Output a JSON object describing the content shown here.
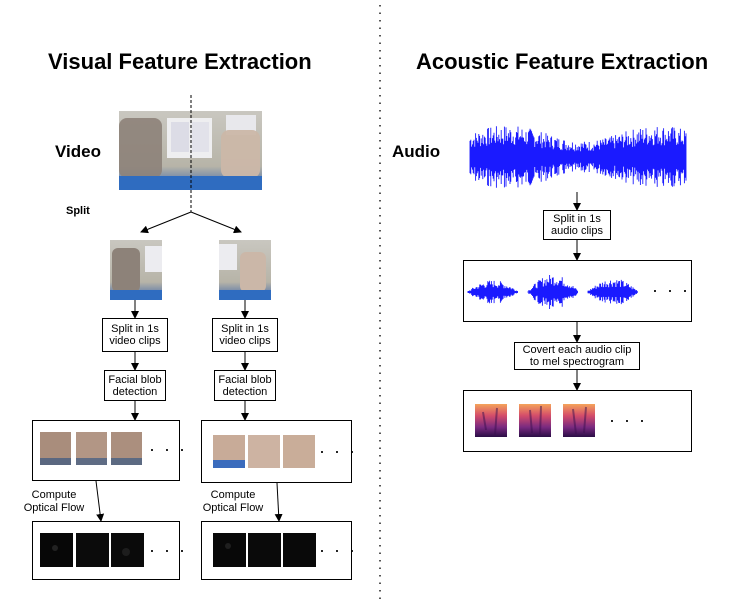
{
  "visual": {
    "title": "Visual Feature Extraction",
    "video_label": "Video",
    "split_label": "Split",
    "split_clips": [
      "Split in 1s",
      "video clips"
    ],
    "facial_blob": [
      "Facial blob",
      "detection"
    ],
    "optical_flow": [
      "Compute",
      "Optical Flow"
    ],
    "ellipsis": "· · ·"
  },
  "acoustic": {
    "title": "Acoustic Feature Extraction",
    "audio_label": "Audio",
    "split_clips": [
      "Split in 1s",
      "audio clips"
    ],
    "mel": [
      "Covert each audio clip",
      "to mel spectrogram"
    ],
    "ellipsis": "· · ·"
  },
  "colors": {
    "waveform": "#1a1aff",
    "line": "#000000",
    "divider": "#555555"
  }
}
